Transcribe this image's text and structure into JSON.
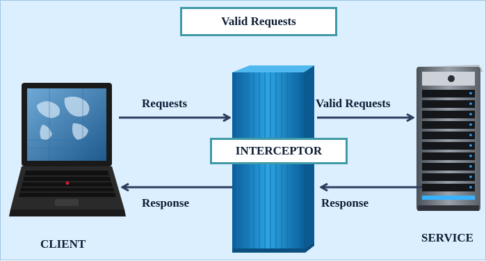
{
  "title": "Valid Requests",
  "labels": {
    "requests": "Requests",
    "valid_requests": "Valid Requests",
    "response_left": "Response",
    "response_right": "Response",
    "interceptor": "INTERCEPTOR",
    "client": "CLIENT",
    "service": "SERVICE"
  },
  "colors": {
    "background": "#dcefff",
    "box_border": "#3f99a6",
    "arrow": "#2c3e5c",
    "interceptor_fill": "#1d8fd0"
  },
  "icons": {
    "client": "laptop-icon",
    "service": "server-icon"
  }
}
